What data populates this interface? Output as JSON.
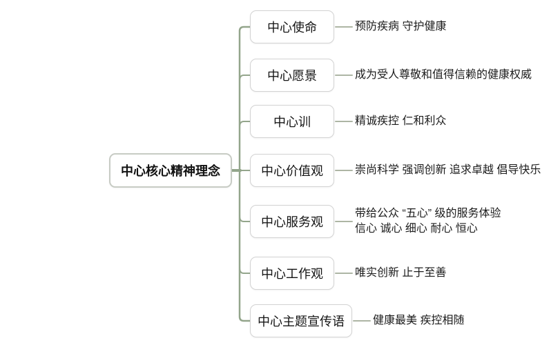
{
  "root": {
    "label": "中心核心精神理念"
  },
  "branches": [
    {
      "label": "中心使命",
      "details": [
        "预防疾病 守护健康"
      ]
    },
    {
      "label": "中心愿景",
      "details": [
        "成为受人尊敬和值得信赖的健康权威"
      ]
    },
    {
      "label": "中心训",
      "details": [
        "精诚疾控 仁和利众"
      ]
    },
    {
      "label": "中心价值观",
      "details": [
        "崇尚科学 强调创新 追求卓越 倡导快乐"
      ]
    },
    {
      "label": "中心服务观",
      "details": [
        "带给公众 “五心” 级的服务体验",
        "信心 诚心 细心 耐心 恒心"
      ]
    },
    {
      "label": "中心工作观",
      "details": [
        "唯实创新 止于至善"
      ]
    },
    {
      "label": "中心主题宣传语",
      "details": [
        "健康最美 疾控相随"
      ]
    }
  ],
  "colors": {
    "spine_green": "#93a58b",
    "text_stub": "#adb5a4",
    "node_border": "#d2d2d2"
  }
}
